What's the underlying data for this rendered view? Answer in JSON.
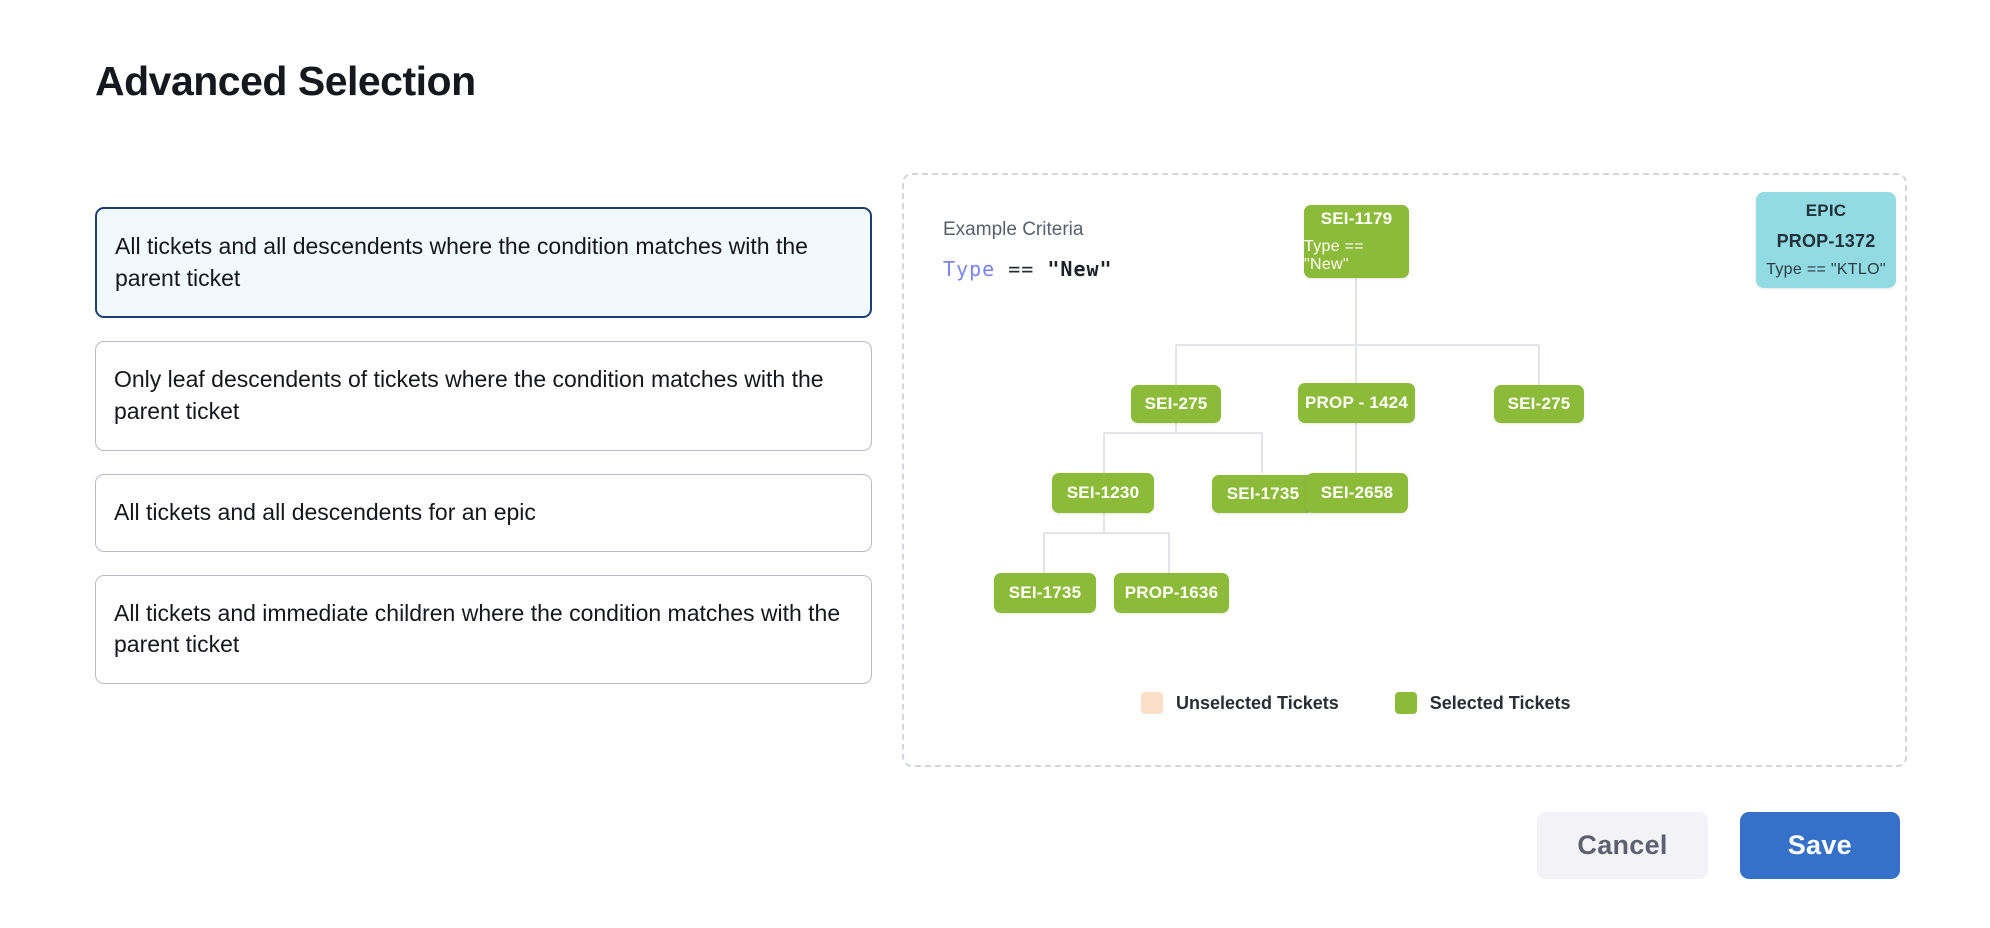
{
  "page": {
    "title": "Advanced Selection"
  },
  "options": {
    "items": [
      {
        "label": "All tickets and all descendents where the condition matches with the parent ticket",
        "selected": true
      },
      {
        "label": "Only leaf descendents of tickets where the condition matches with the parent ticket",
        "selected": false
      },
      {
        "label": "All tickets and all descendents for an epic",
        "selected": false
      },
      {
        "label": "All tickets and immediate children where the condition matches with the parent ticket",
        "selected": false
      }
    ]
  },
  "diagram": {
    "criteria_label": "Example Criteria",
    "criteria_field": "Type",
    "criteria_operator": "==",
    "criteria_value": "\"New\"",
    "nodes": {
      "root": {
        "title": "SEI-1179",
        "subtitle": "Type == \"New\""
      },
      "epic": {
        "kind": "EPIC",
        "title": "PROP-1372",
        "subtitle": "Type == \"KTLO\""
      },
      "r2a": {
        "title": "SEI-275"
      },
      "r2b": {
        "title": "PROP - 1424"
      },
      "r2c": {
        "title": "SEI-275"
      },
      "r3a": {
        "title": "SEI-1230"
      },
      "r3b": {
        "title": "SEI-1735"
      },
      "r3c": {
        "title": "SEI-2658"
      },
      "r4a": {
        "title": "SEI-1735"
      },
      "r4b": {
        "title": "PROP-1636"
      }
    },
    "legend": [
      {
        "label": "Unselected Tickets",
        "color": "#fbdfc6"
      },
      {
        "label": "Selected Tickets",
        "color": "#8cbb3a"
      }
    ]
  },
  "footer": {
    "cancel_label": "Cancel",
    "save_label": "Save"
  },
  "colors": {
    "selected_node": "#8cbb3a",
    "epic_node": "#93dbe3",
    "unselected_node": "#fbdfc6",
    "save_button": "#3571c8",
    "selected_card_border": "#1c3f73",
    "selected_card_bg": "#f1f9fc",
    "criteria_field": "#7a82f0"
  }
}
